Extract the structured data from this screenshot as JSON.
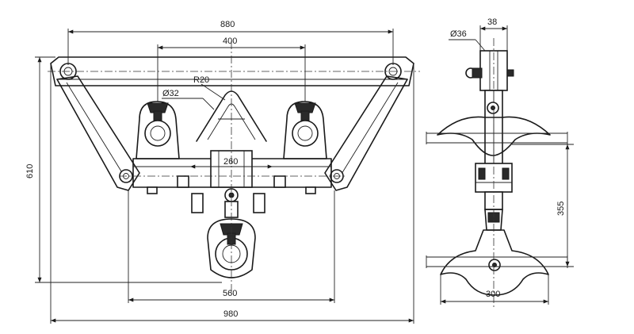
{
  "dimensions": {
    "overall_width": "980",
    "upper_span": "880",
    "top_center": "400",
    "lower_span": "560",
    "bracket_width": "260",
    "yoke_radius": "R20",
    "pin_diameter": "Ø32",
    "overall_height": "610",
    "side_pin_diameter": "Ø36",
    "side_thickness": "38",
    "side_height": "355",
    "side_base_width": "300"
  },
  "colors": {
    "line": "#1a1a1a",
    "background": "#ffffff"
  }
}
